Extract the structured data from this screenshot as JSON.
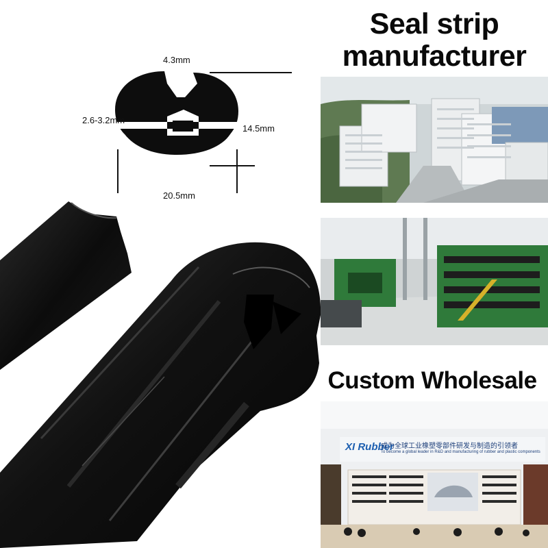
{
  "heading": {
    "line1": "Seal strip",
    "line2": "manufacturer"
  },
  "subheading": "Custom Wholesale",
  "diagram": {
    "dims": {
      "top_width": "4.3mm",
      "slot_width": "2.6-3.2mm",
      "height": "14.5mm",
      "bottom_width": "20.5mm"
    }
  },
  "showroom_banner": {
    "logo_text": "XI Rubber",
    "chinese_slogan": "成为全球工业橡塑零部件研发与制造的引领者",
    "english_slogan": "To become a global leader in R&D and manufacturing of rubber and plastic components"
  },
  "colors": {
    "rubber": "#0d0d0d",
    "text": "#0a0a0a",
    "sky": "#dfe6ee",
    "factory_green": "#2f7a3a"
  }
}
